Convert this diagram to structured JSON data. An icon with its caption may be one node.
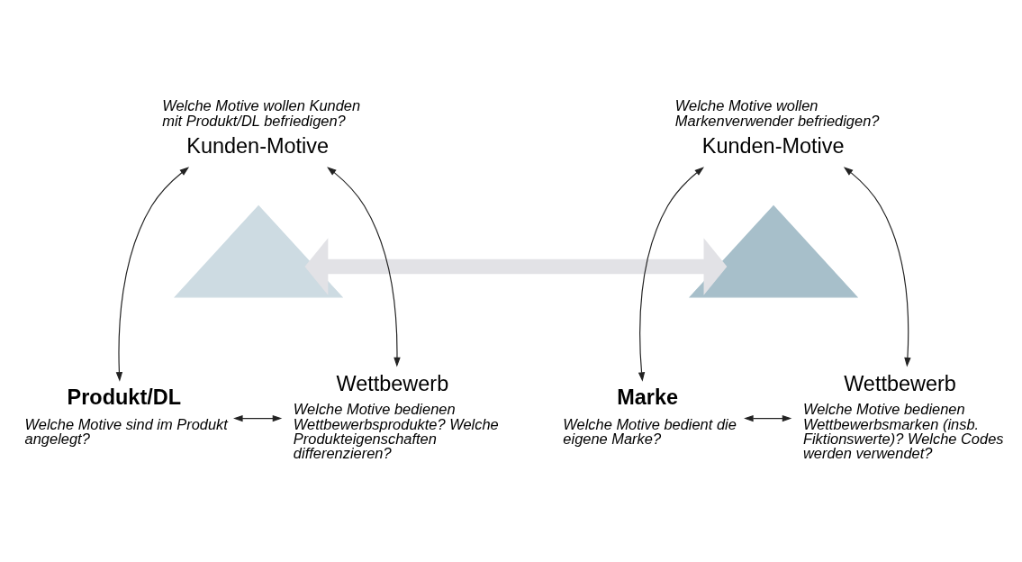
{
  "diagram": {
    "nodes": [
      {
        "text": [],
        "shape": "triangle"
      },
      {
        "text": [
          "Kunden-Motive"
        ],
        "beside": [
          "Welche Motive wollen Kunden mit Produkt/DL befriedigen?"
        ]
      },
      {
        "text": [
          "Produkt/DL"
        ],
        "beside": [
          "Welche Motive sind im Produkt angelegt?"
        ]
      },
      {
        "text": [
          "Wettbewerb"
        ],
        "beside": [
          "Welche Motive bedienen Wettbewerbsprodukte? Welche Produkteigenschaften differenzieren?"
        ]
      },
      {
        "text": [],
        "shape": "triangle"
      },
      {
        "text": [
          "Kunden-Motive"
        ],
        "beside": [
          "Welche Motive wollen Markenverwender befriedigen?"
        ]
      },
      {
        "text": [
          "Marke"
        ],
        "beside": [
          "Welche Motive bedient die eigene Marke?"
        ]
      },
      {
        "text": [
          "Wettbewerb"
        ],
        "beside": [
          "Welche Motive bedienen Wettbewerbsmarken (insb. Fiktionswerte)? Welche Codes werden verwendet?"
        ]
      }
    ],
    "edges": [
      {
        "from": 1,
        "to": 2,
        "arrow": "both"
      },
      {
        "from": 1,
        "to": 3,
        "arrow": "both"
      },
      {
        "from": 2,
        "to": 3,
        "arrow": "both"
      },
      {
        "from": 0,
        "to": 4,
        "arrow": "both",
        "style": "thick",
        "color": "#e2e2e6"
      },
      {
        "from": 5,
        "to": 6,
        "arrow": "both"
      },
      {
        "from": 5,
        "to": 7,
        "arrow": "both"
      },
      {
        "from": 6,
        "to": 7,
        "arrow": "both"
      }
    ]
  }
}
